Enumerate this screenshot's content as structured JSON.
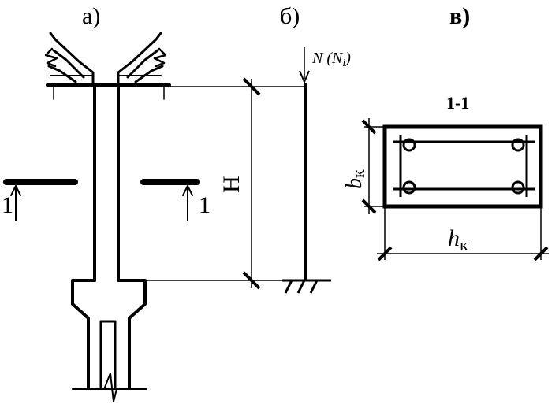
{
  "panels": {
    "a": "а)",
    "b": "б)",
    "c": "в)"
  },
  "section_marks": {
    "left": "1",
    "right": "1"
  },
  "height_label": "H",
  "load_label_N": "N",
  "load_label_paren": "(N",
  "load_label_sub": "i",
  "load_label_close": ")",
  "section_title": "1-1",
  "dim_b": "b",
  "dim_b_sub": "к",
  "dim_h": "h",
  "dim_h_sub": "к"
}
